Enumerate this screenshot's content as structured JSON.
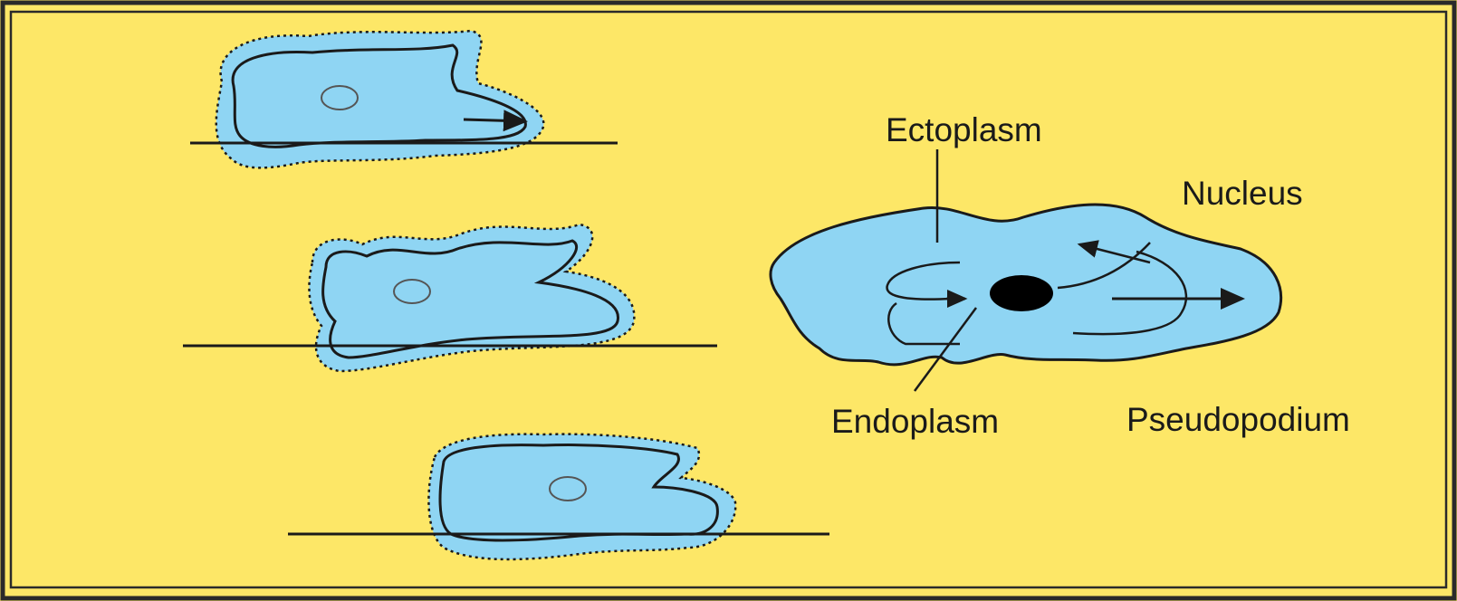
{
  "colors": {
    "background": "#fde767",
    "cell_fill": "#8fd5f3",
    "outline": "#1a1a1a",
    "frame": "#2a2a2a",
    "nucleus": "#000000"
  },
  "labels": {
    "ectoplasm": "Ectoplasm",
    "nucleus": "Nucleus",
    "endoplasm": "Endoplasm",
    "pseudopodium": "Pseudopodium"
  }
}
